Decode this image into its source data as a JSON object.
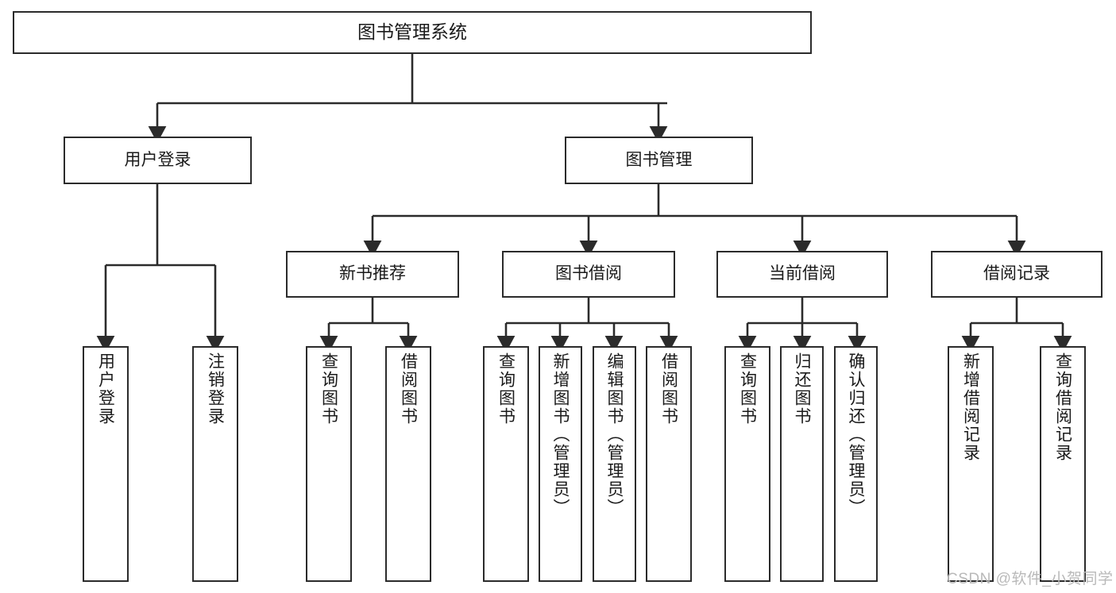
{
  "diagram": {
    "title": "图书管理系统",
    "type": "tree-structure-chart",
    "watermark": "CSDN @软件_小贺同学",
    "colors": {
      "box_border": "#2b2b2b",
      "box_fill": "#ffffff",
      "connector": "#2b2b2b",
      "text": "#1a1a1a",
      "watermark": "#b9b9b9",
      "background": "#ffffff"
    },
    "root": {
      "label": "图书管理系统"
    },
    "level2": [
      {
        "label": "用户登录"
      },
      {
        "label": "图书管理"
      }
    ],
    "level3": [
      {
        "label": "新书推荐"
      },
      {
        "label": "图书借阅"
      },
      {
        "label": "当前借阅"
      },
      {
        "label": "借阅记录"
      }
    ],
    "leaves": {
      "user_login": [
        {
          "label": "用户登录"
        },
        {
          "label": "注销登录"
        }
      ],
      "new_book_recommend": [
        {
          "label": "查询图书"
        },
        {
          "label": "借阅图书"
        }
      ],
      "book_borrow": [
        {
          "label": "查询图书"
        },
        {
          "label": "新增图书（管理员）"
        },
        {
          "label": "编辑图书（管理员）"
        },
        {
          "label": "借阅图书"
        }
      ],
      "current_borrow": [
        {
          "label": "查询图书"
        },
        {
          "label": "归还图书"
        },
        {
          "label": "确认归还（管理员）"
        }
      ],
      "borrow_record": [
        {
          "label": "新增借阅记录"
        },
        {
          "label": "查询借阅记录"
        }
      ]
    }
  }
}
